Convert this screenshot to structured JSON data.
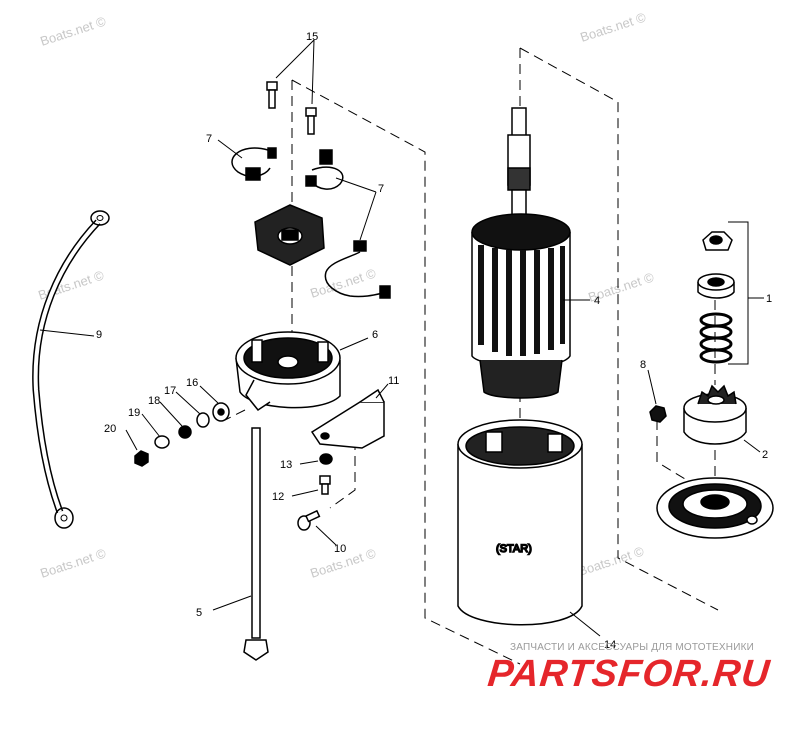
{
  "watermark_text": "Boats.net ©",
  "part_labels": {
    "p1": "1",
    "p2": "2",
    "p4": "4",
    "p5": "5",
    "p6": "6",
    "p7a": "7",
    "p7b": "7",
    "p8": "8",
    "p9": "9",
    "p10": "10",
    "p11": "11",
    "p12": "12",
    "p13": "13",
    "p14": "14",
    "p15": "15",
    "p16": "16",
    "p17": "17",
    "p18": "18",
    "p19": "19",
    "p20": "20"
  },
  "housing_label": "(STAR)",
  "footer": {
    "caption": "ЗАПЧАСТИ И АКСЕССУАРЫ ДЛЯ МОТОТЕХНИКИ",
    "brand": "PARTSFOR.RU"
  },
  "colors": {
    "line": "#000000",
    "watermark": "#c8c8c8",
    "brand": "#e5262b"
  }
}
